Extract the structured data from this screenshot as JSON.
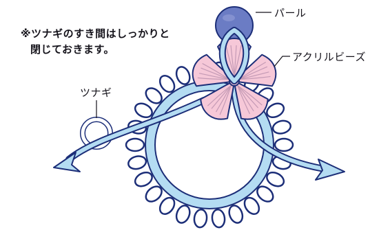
{
  "labels": {
    "pearl": "パール",
    "acrylic_beads": "アクリルビーズ",
    "connector": "ツナギ"
  },
  "note": {
    "line1": "※ツナギのすき間はしっかりと",
    "line2": "閉じておきます。"
  },
  "colors": {
    "outline": "#1c2e78",
    "wire_fill": "#b4dcf2",
    "pearl": "#6b7cc4",
    "petal": "#f6c8d8",
    "petal_vein": "#c49ab5",
    "text": "#14121a"
  },
  "counts": {
    "seed_beads_in_ring": 26,
    "petals": 5
  }
}
